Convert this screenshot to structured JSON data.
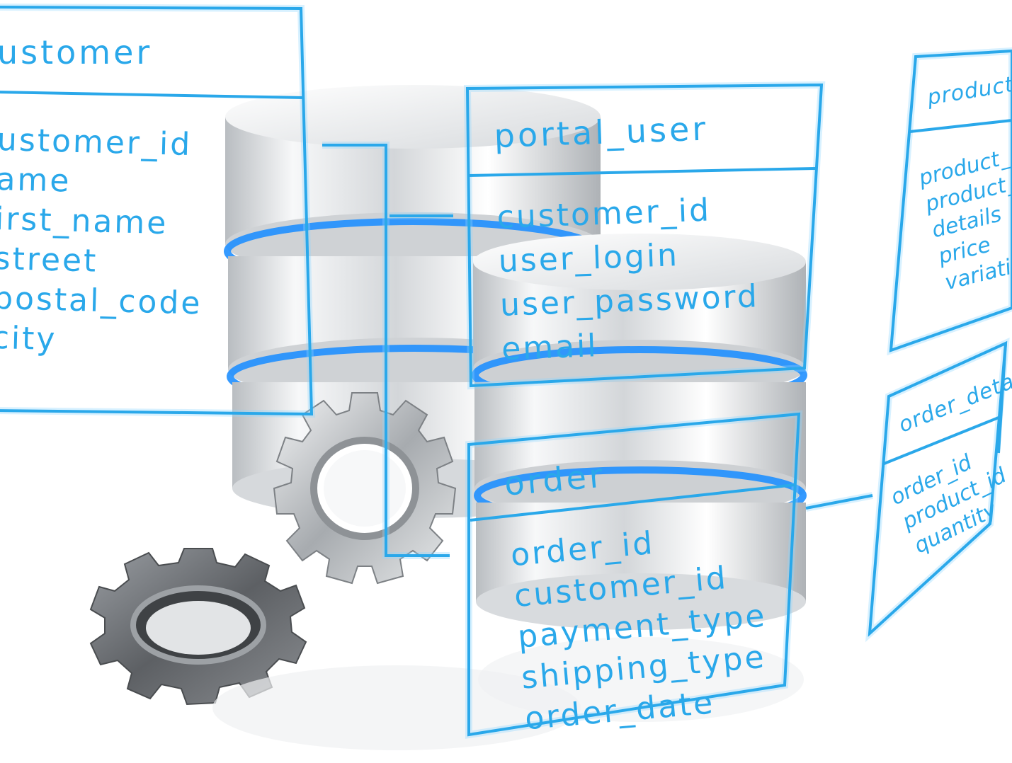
{
  "tables": {
    "customer": {
      "title": "ustomer",
      "fields": [
        "ustomer_id",
        "ame",
        "irst_name",
        "street",
        "postal_code",
        "city"
      ]
    },
    "portal_user": {
      "title": "portal_user",
      "fields": [
        "customer_id",
        "user_login",
        "user_password",
        "email"
      ]
    },
    "order": {
      "title": "order",
      "fields": [
        "order_id",
        "customer_id",
        "payment_type",
        "shipping_type",
        "order_date"
      ]
    },
    "products": {
      "title": "products",
      "fields": [
        "product_id",
        "product_nan",
        "details",
        "price",
        "variation"
      ]
    },
    "order_details": {
      "title": "order_details",
      "fields": [
        "order_id",
        "product_id",
        "quantity"
      ]
    }
  },
  "colors": {
    "accent": "#2aa8ea",
    "glow": "#8fd6ff",
    "metal": "#d9dcdf",
    "gear_dark": "#6b6e72"
  },
  "icons": [
    "database-stack-icon",
    "gear-icon"
  ]
}
